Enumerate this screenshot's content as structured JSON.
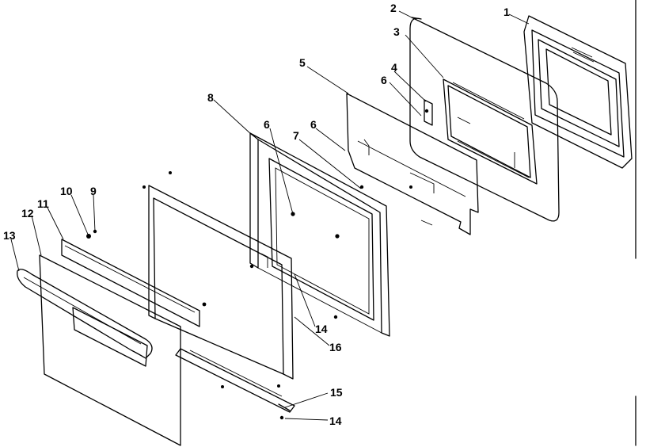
{
  "diagram": {
    "callouts": {
      "c1": "1",
      "c2": "2",
      "c3": "3",
      "c4": "4",
      "c5": "5",
      "c6a": "6",
      "c6b": "6",
      "c6c": "6",
      "c7": "7",
      "c8": "8",
      "c9": "9",
      "c10": "10",
      "c11": "11",
      "c12": "12",
      "c13": "13",
      "c14a": "14",
      "c14b": "14",
      "c15": "15",
      "c16": "16"
    }
  }
}
